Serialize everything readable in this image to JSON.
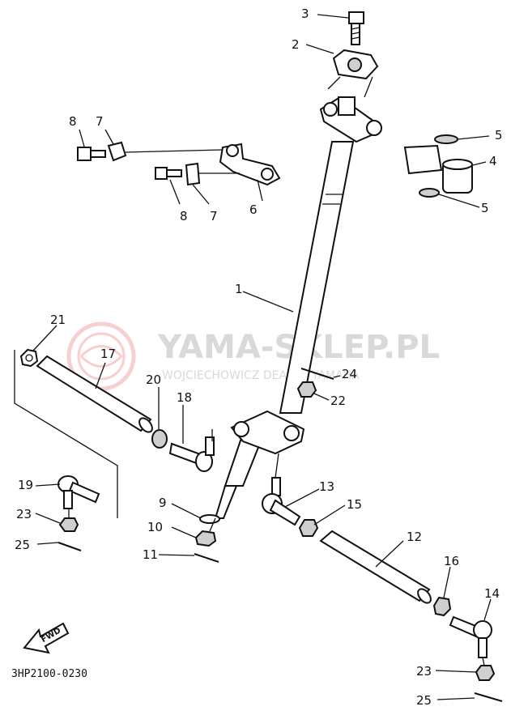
{
  "watermark": {
    "brand": "YAMA-SKLEP.PL",
    "subtitle": "WOJCIECHOWICZ DEALER YAMAHA"
  },
  "diagram_code": "3HP2100-0230",
  "fwd_label": "FWD",
  "callouts": [
    {
      "id": "c3",
      "text": "3"
    },
    {
      "id": "c2",
      "text": "2"
    },
    {
      "id": "c8a",
      "text": "8"
    },
    {
      "id": "c7a",
      "text": "7"
    },
    {
      "id": "c5a",
      "text": "5"
    },
    {
      "id": "c4",
      "text": "4"
    },
    {
      "id": "c8b",
      "text": "8"
    },
    {
      "id": "c7b",
      "text": "7"
    },
    {
      "id": "c6",
      "text": "6"
    },
    {
      "id": "c5b",
      "text": "5"
    },
    {
      "id": "c1",
      "text": "1"
    },
    {
      "id": "c21",
      "text": "21"
    },
    {
      "id": "c17",
      "text": "17"
    },
    {
      "id": "c24",
      "text": "24"
    },
    {
      "id": "c20",
      "text": "20"
    },
    {
      "id": "c18",
      "text": "18"
    },
    {
      "id": "c22",
      "text": "22"
    },
    {
      "id": "c19",
      "text": "19"
    },
    {
      "id": "c13",
      "text": "13"
    },
    {
      "id": "c9",
      "text": "9"
    },
    {
      "id": "c15",
      "text": "15"
    },
    {
      "id": "c23a",
      "text": "23"
    },
    {
      "id": "c10",
      "text": "10"
    },
    {
      "id": "c12",
      "text": "12"
    },
    {
      "id": "c25a",
      "text": "25"
    },
    {
      "id": "c11",
      "text": "11"
    },
    {
      "id": "c16",
      "text": "16"
    },
    {
      "id": "c14",
      "text": "14"
    },
    {
      "id": "c23b",
      "text": "23"
    },
    {
      "id": "c25b",
      "text": "25"
    }
  ]
}
